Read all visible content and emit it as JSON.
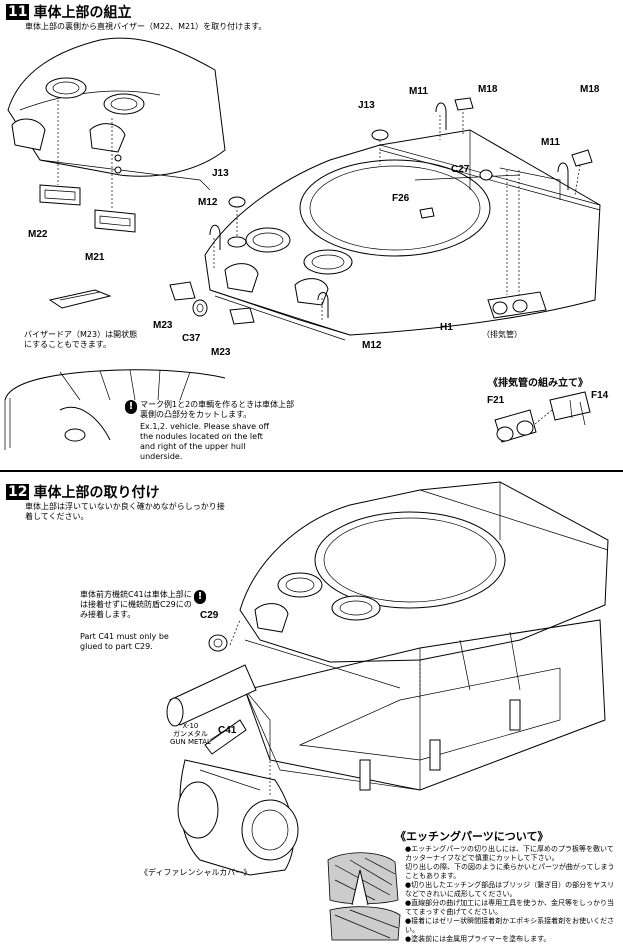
{
  "step11": {
    "number": "11",
    "title": "車体上部の組立",
    "instruction": "車体上部の裏側から直視バイザー（M22、M21）を取り付けます。",
    "visor_note": "バイザードア（M23）は開状態にすることもできます。",
    "mark_note_jp": "マーク例1と2の車輌を作るときは車体上部裏側の凸部分をカットします。",
    "mark_note_en": "Ex.1,2. vehicle. Please shave off the nodules located on the left and right of the upper hull underside.",
    "exhaust_label": "（排気管）",
    "exhaust_assembly_title": "《排気管の組み立て》",
    "parts": {
      "m22": "M22",
      "m21": "M21",
      "j13a": "J13",
      "j13b": "J13",
      "m12a": "M12",
      "m12b": "M12",
      "m23a": "M23",
      "m23b": "M23",
      "c37": "C37",
      "h1": "H1",
      "m11a": "M11",
      "m11b": "M11",
      "m18a": "M18",
      "m18b": "M18",
      "c27": "C27",
      "f26": "F26",
      "f21": "F21",
      "f14": "F14"
    }
  },
  "step12": {
    "number": "12",
    "title": "車体上部の取り付け",
    "instruction": "車体上部は浮いていないか良く確かめながらしっかり接着してください。",
    "mg_note_jp": "車体前方機銃C41は車体上部には接着せずに機銃防盾C29にのみ接着します。",
    "mg_note_en": "Part C41 must only be glued to part C29.",
    "parts": {
      "c29": "C29",
      "c41": "C41",
      "x10": "X-10",
      "gunmetal_jp": "ガンメタル",
      "gunmetal_en": "GUN METAL"
    },
    "diff_cover_label": "《ディファレンシャルカバー》"
  },
  "etching": {
    "title": "《エッチングパーツについて》",
    "items": [
      "●エッチングパーツの切り出しには、下に厚めのプラ板等を敷いてカッターナイフなどで慎重にカットして下さい。",
      "切り出しの際、下の図のように柔らかいとパーツが曲がってしまうこともあります。",
      "●切り出したエッチング部品はブリッジ（繋ぎ目）の部分をヤスリなどできれいに成形してください。",
      "●直線部分の曲げ加工には専用工具を使うか、金尺等をしっかり当ててまっすぐ曲げてください。",
      "●接着にはゼリー状瞬間接着剤かエポキシ系接着剤をお使いください。",
      "●塗装前には金属用プライマーを塗布します。"
    ]
  },
  "caution_glyph": "!"
}
